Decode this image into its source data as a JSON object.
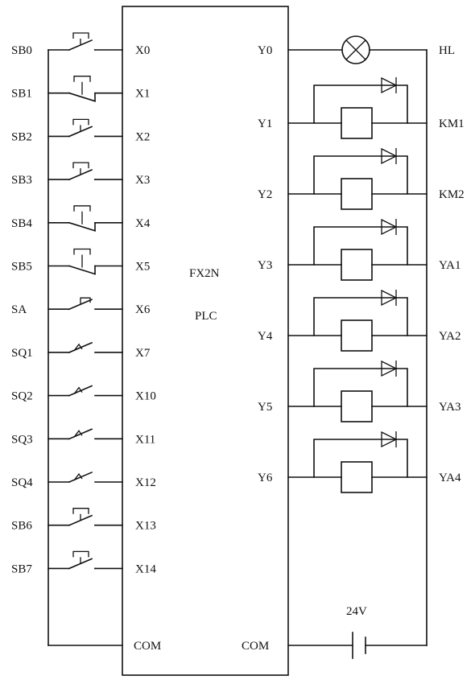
{
  "plc": {
    "model": "FX2N",
    "label": "PLC"
  },
  "inputs": [
    {
      "device": "SB0",
      "terminal": "X0",
      "type": "pushbutton-no"
    },
    {
      "device": "SB1",
      "terminal": "X1",
      "type": "pushbutton-nc"
    },
    {
      "device": "SB2",
      "terminal": "X2",
      "type": "pushbutton-no"
    },
    {
      "device": "SB3",
      "terminal": "X3",
      "type": "pushbutton-no"
    },
    {
      "device": "SB4",
      "terminal": "X4",
      "type": "pushbutton-nc"
    },
    {
      "device": "SB5",
      "terminal": "X5",
      "type": "pushbutton-nc"
    },
    {
      "device": "SA",
      "terminal": "X6",
      "type": "selector-switch"
    },
    {
      "device": "SQ1",
      "terminal": "X7",
      "type": "limit-switch"
    },
    {
      "device": "SQ2",
      "terminal": "X10",
      "type": "limit-switch"
    },
    {
      "device": "SQ3",
      "terminal": "X11",
      "type": "limit-switch"
    },
    {
      "device": "SQ4",
      "terminal": "X12",
      "type": "limit-switch"
    },
    {
      "device": "SB6",
      "terminal": "X13",
      "type": "pushbutton-no"
    },
    {
      "device": "SB7",
      "terminal": "X14",
      "type": "pushbutton-no"
    }
  ],
  "input_com": "COM",
  "outputs": [
    {
      "terminal": "Y0",
      "device": "HL",
      "type": "lamp"
    },
    {
      "terminal": "Y1",
      "device": "KM1",
      "type": "coil-diode"
    },
    {
      "terminal": "Y2",
      "device": "KM2",
      "type": "coil-diode"
    },
    {
      "terminal": "Y3",
      "device": "YA1",
      "type": "coil-diode"
    },
    {
      "terminal": "Y4",
      "device": "YA2",
      "type": "coil-diode"
    },
    {
      "terminal": "Y5",
      "device": "YA3",
      "type": "coil-diode"
    },
    {
      "terminal": "Y6",
      "device": "YA4",
      "type": "coil-diode"
    }
  ],
  "output_com": "COM",
  "supply": {
    "label": "24V"
  }
}
